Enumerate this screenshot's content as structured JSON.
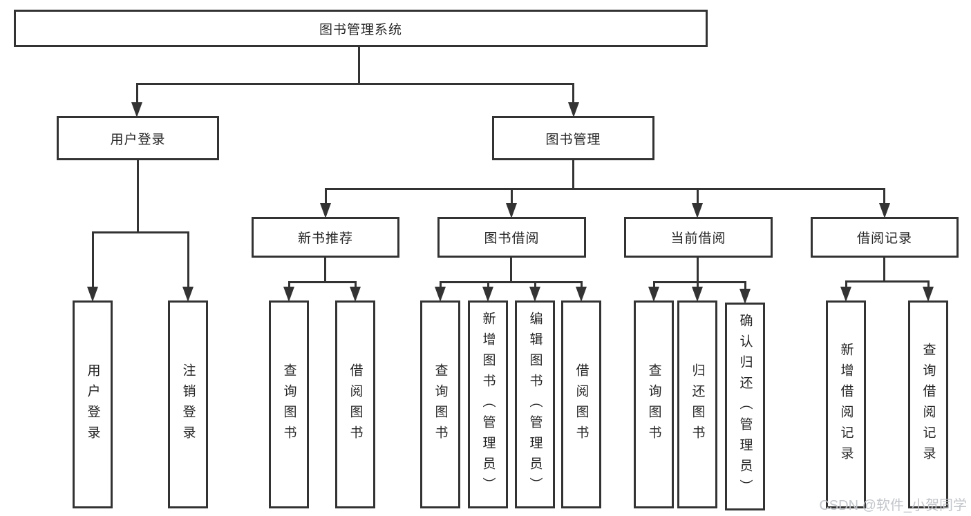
{
  "colors": {
    "line": "#333333",
    "text": "#262626",
    "background": "#ffffff",
    "watermark": "#c2c5ca"
  },
  "tree": {
    "label": "图书管理系统",
    "children": [
      {
        "label": "用户登录",
        "children": [
          {
            "label": "用户登录"
          },
          {
            "label": "注销登录"
          }
        ]
      },
      {
        "label": "图书管理",
        "children": [
          {
            "label": "新书推荐",
            "children": [
              {
                "label": "查询图书"
              },
              {
                "label": "借阅图书"
              }
            ]
          },
          {
            "label": "图书借阅",
            "children": [
              {
                "label": "查询图书"
              },
              {
                "label": "新增图书（管理员）"
              },
              {
                "label": "编辑图书（管理员）"
              },
              {
                "label": "借阅图书"
              }
            ]
          },
          {
            "label": "当前借阅",
            "children": [
              {
                "label": "查询图书"
              },
              {
                "label": "归还图书"
              },
              {
                "label": "确认归还（管理员）"
              }
            ]
          },
          {
            "label": "借阅记录",
            "children": [
              {
                "label": "新增借阅记录"
              },
              {
                "label": "查询借阅记录"
              }
            ]
          }
        ]
      }
    ]
  },
  "watermark": {
    "text": "CSDN @软件_小贺同学"
  }
}
